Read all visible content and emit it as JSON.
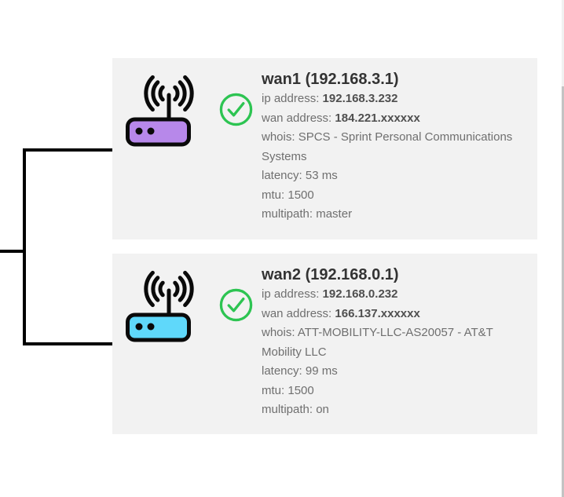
{
  "colors": {
    "card_bg": "#f2f2f2",
    "connector_line": "#000000",
    "title_text": "#333333",
    "label_text": "#6f6f6f",
    "value_text": "#4f4f4f",
    "check_green": "#2dc452",
    "icon_outline": "#0a0a0a",
    "router1_fill": "#b788ea",
    "router2_fill": "#5fd8fa",
    "scrollbar_track": "#f1f1f1",
    "scrollbar_thumb": "#c3c3c3"
  },
  "cards": [
    {
      "title": "wan1 (192.168.3.1)",
      "icon": "router-wifi-icon",
      "icon_color": "#b788ea",
      "status": "ok",
      "rows": [
        {
          "label": "ip address:",
          "value": "192.168.3.232",
          "bold": true
        },
        {
          "label": "wan address:",
          "value": "184.221.xxxxxx",
          "bold": true
        },
        {
          "label": "whois:",
          "value": "SPCS - Sprint Personal Communications Systems",
          "bold": false
        },
        {
          "label": "latency:",
          "value": "53 ms",
          "bold": false
        },
        {
          "label": "mtu:",
          "value": "1500",
          "bold": false
        },
        {
          "label": "multipath:",
          "value": "master",
          "bold": false
        }
      ]
    },
    {
      "title": "wan2 (192.168.0.1)",
      "icon": "router-wifi-icon",
      "icon_color": "#5fd8fa",
      "status": "ok",
      "rows": [
        {
          "label": "ip address:",
          "value": "192.168.0.232",
          "bold": true
        },
        {
          "label": "wan address:",
          "value": "166.137.xxxxxx",
          "bold": true
        },
        {
          "label": "whois:",
          "value": "ATT-MOBILITY-LLC-AS20057 - AT&T Mobility LLC",
          "bold": false
        },
        {
          "label": "latency:",
          "value": "99 ms",
          "bold": false
        },
        {
          "label": "mtu:",
          "value": "1500",
          "bold": false
        },
        {
          "label": "multipath:",
          "value": "on",
          "bold": false
        }
      ]
    }
  ]
}
